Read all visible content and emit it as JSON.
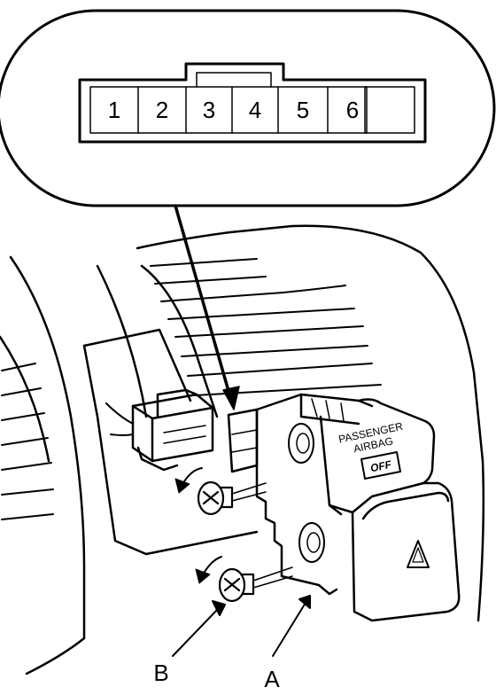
{
  "connector": {
    "pins": [
      "1",
      "2",
      "3",
      "4",
      "5",
      "6"
    ]
  },
  "switch": {
    "label_line1": "PASSENGER",
    "label_line2": "AIRBAG",
    "indicator": "OFF"
  },
  "callouts": {
    "a": "A",
    "b": "B"
  }
}
